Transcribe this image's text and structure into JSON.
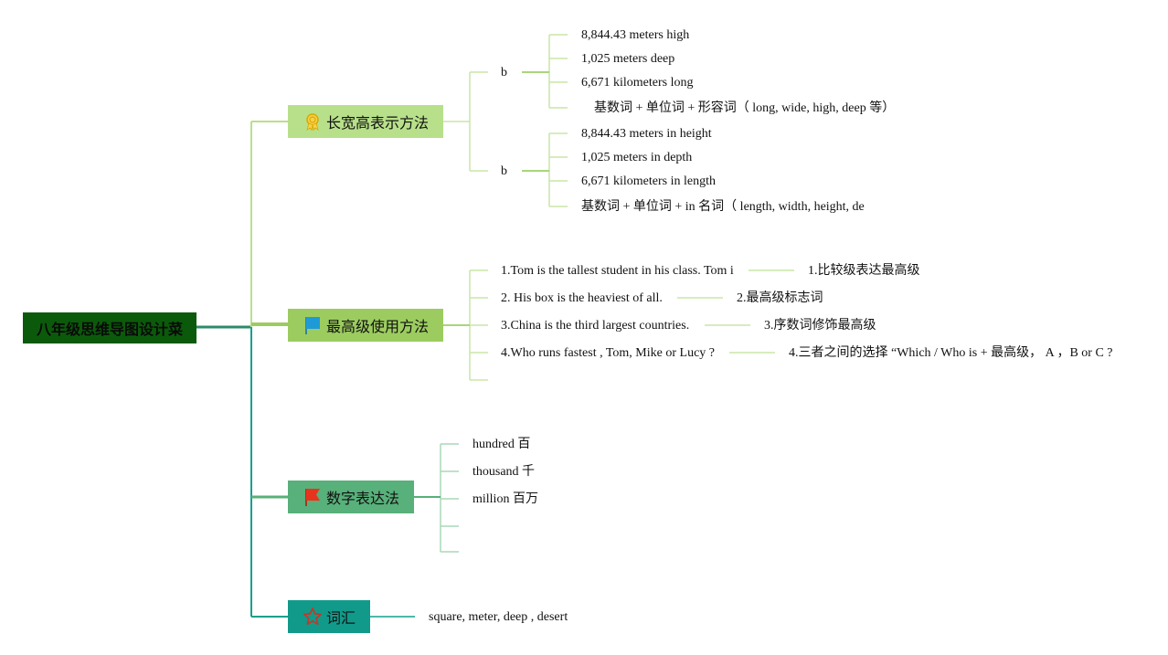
{
  "root": {
    "label": "八年级思维导图设计菜"
  },
  "colors": {
    "root_bg": "#0b5a0b",
    "branch1": "#b8e08a",
    "branch2": "#9ccc5f",
    "branch3": "#58b07a",
    "branch4": "#119a8a"
  },
  "branch1": {
    "label": "长宽高表示方法",
    "icon": "award-ribbon-icon",
    "group_a": {
      "label": "b",
      "items": [
        "8,844.43 meters high",
        "1,025 meters deep",
        "6,671 kilometers long",
        "基数词 + 单位词 + 形容词（ long, wide, high, deep 等）"
      ]
    },
    "group_b": {
      "label": "b",
      "items": [
        "8,844.43 meters in height",
        "1,025 meters in depth",
        "6,671 kilometers in length",
        "基数词 + 单位词 + in 名词（ length, width, height, de"
      ]
    }
  },
  "branch2": {
    "label": "最高级使用方法",
    "icon": "blue-flag-icon",
    "rows": [
      {
        "example": "1.Tom is the tallest student in his class. Tom i",
        "note": "1.比较级表达最高级"
      },
      {
        "example": "2. His box is the heaviest of all.",
        "note": "2.最高级标志词"
      },
      {
        "example": "3.China is the third largest countries.",
        "note": "3.序数词修饰最高级"
      },
      {
        "example": "4.Who runs fastest , Tom, Mike or Lucy ?",
        "note": "4.三者之间的选择 “Which / Who is + 最高级， A ，B or C ?"
      }
    ]
  },
  "branch3": {
    "label": "数字表达法",
    "icon": "red-flag-icon",
    "items": [
      "hundred 百",
      "thousand 千",
      "million 百万"
    ]
  },
  "branch4": {
    "label": "词汇",
    "icon": "star-icon",
    "text": "square, meter, deep , desert"
  }
}
